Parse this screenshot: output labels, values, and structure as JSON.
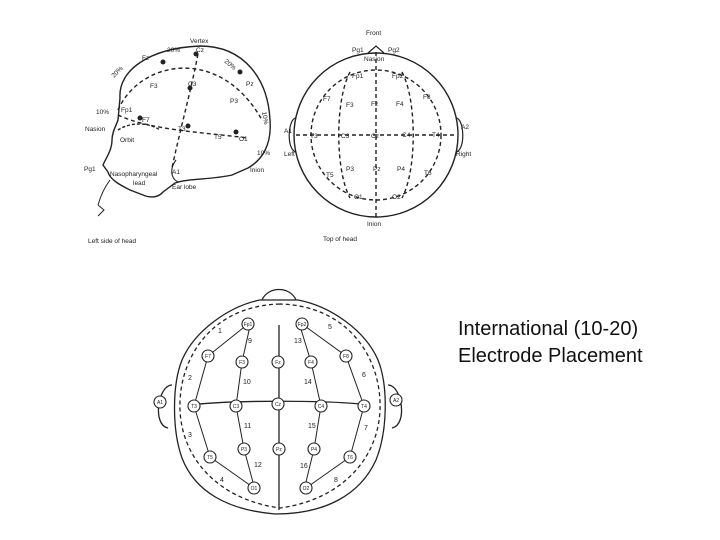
{
  "caption": {
    "line1": "International (10-20)",
    "line2": "Electrode Placement"
  },
  "side_view": {
    "caption": "Left side of head",
    "vertex": "Vertex",
    "cz": "Cz",
    "pct_20_top": "20%",
    "pct_20_left": "20%",
    "pct_20_right": "20%",
    "pct_10_right": "10%",
    "pct_10_nasion": "10%",
    "pct_10_inion": "10%",
    "fz": "Fz",
    "pz": "Pz",
    "f3": "F3",
    "c3": "C3",
    "p3": "P3",
    "fp1": "Fp1",
    "f7": "F7",
    "t3": "T3",
    "t5": "T5",
    "o1": "O1",
    "nasion": "Nasion",
    "orbit": "Orbit",
    "pg1": "Pg1",
    "a1": "A1",
    "naso_lead": "Nasopharyngeal",
    "lead": "lead",
    "ear_lobe": "Ear lobe",
    "inion": "Inion"
  },
  "top_view": {
    "caption": "Top of head",
    "front": "Front",
    "pg1": "Pg1",
    "pg2": "Pg2",
    "nasion": "Nasion",
    "fp1": "Fp1",
    "fp2": "Fp2",
    "f7": "F7",
    "f8": "F8",
    "f3": "F3",
    "fz": "Fz",
    "f4": "F4",
    "a1": "A1",
    "a2": "A2",
    "t3": "T3",
    "c3": "C3",
    "cz": "Cz",
    "c4": "C4",
    "t4": "T4",
    "left": "Left",
    "right": "Right",
    "t5": "T5",
    "p3": "P3",
    "pz": "Pz",
    "p4": "P4",
    "t6": "T6",
    "o1": "O1",
    "o2": "O2",
    "inion": "Inion"
  },
  "montage": {
    "electrodes": [
      "Fp1",
      "Fp2",
      "F7",
      "F3",
      "Fz",
      "F4",
      "F8",
      "A1",
      "T3",
      "C3",
      "Cz",
      "C4",
      "T4",
      "A2",
      "T5",
      "P3",
      "Pz",
      "P4",
      "T6",
      "O1",
      "O2"
    ],
    "channels": [
      "1",
      "2",
      "3",
      "4",
      "5",
      "6",
      "7",
      "8",
      "9",
      "10",
      "11",
      "12",
      "13",
      "14",
      "15",
      "16"
    ]
  }
}
